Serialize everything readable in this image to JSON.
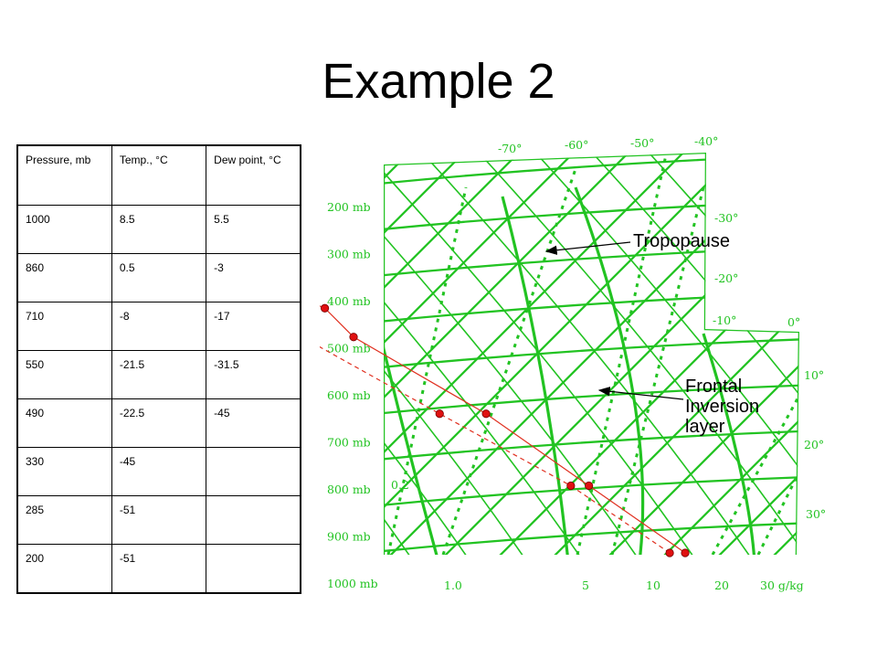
{
  "slide": {
    "title": "Example 2"
  },
  "table": {
    "headers": [
      "Pressure, mb",
      "Temp., °C",
      "Dew point, °C"
    ],
    "rows": [
      [
        "1000",
        "8.5",
        "5.5"
      ],
      [
        "860",
        "0.5",
        "-3"
      ],
      [
        "710",
        "-8",
        "-17"
      ],
      [
        "550",
        "-21.5",
        "-31.5"
      ],
      [
        "490",
        "-22.5",
        "-45"
      ],
      [
        "330",
        "-45",
        ""
      ],
      [
        "285",
        "-51",
        ""
      ],
      [
        "200",
        "-51",
        ""
      ]
    ]
  },
  "chart_data": {
    "type": "line",
    "pressure_labels": [
      "200 mb",
      "300 mb",
      "400 mb",
      "500 mb",
      "600 mb",
      "700 mb",
      "800 mb",
      "900 mb",
      "1000 mb"
    ],
    "isotherm_labels_top": [
      "-70°",
      "-60°",
      "-50°",
      "-40°"
    ],
    "isotherm_labels_right": [
      "-30°",
      "-20°",
      "-10°",
      "0°",
      "10°",
      "20°",
      "30°"
    ],
    "mixing_ratio_labels": [
      "0.2",
      "1.0",
      "5",
      "10",
      "20",
      "30 g/kg"
    ],
    "series": [
      {
        "points": [
          [
            1000,
            8.5
          ],
          [
            860,
            0.5
          ],
          [
            710,
            -8
          ],
          [
            550,
            -21.5
          ],
          [
            490,
            -22.5
          ],
          [
            330,
            -45
          ],
          [
            285,
            -51
          ],
          [
            200,
            -51
          ]
        ]
      },
      {
        "points": [
          [
            1000,
            5.5
          ],
          [
            860,
            -3
          ],
          [
            710,
            -17
          ],
          [
            550,
            -31.5
          ],
          [
            490,
            -45
          ]
        ]
      }
    ],
    "annotations": [
      "Tropopause",
      "Frontal Inversion layer"
    ],
    "colors": {
      "grid": "#22c322",
      "profile": "#e03020",
      "marker": "#e01010"
    }
  }
}
